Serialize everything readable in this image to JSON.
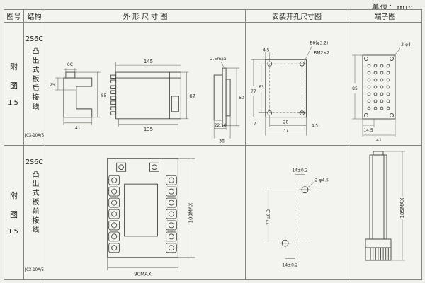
{
  "unit_label": "单位：mm",
  "headers": {
    "fig_no": "图号",
    "structure": "结构",
    "outline": "外 形 尺 寸 图",
    "mounting": "安装开孔尺寸图",
    "terminal": "端子图"
  },
  "rows": [
    {
      "fig_lines": [
        "附",
        "图",
        "15"
      ],
      "model": "2S6C",
      "structure_text": "凸出式板后接线",
      "subtype": "JCX-10A/5",
      "outline": {
        "side_top": "6C",
        "side_left": "25",
        "side_right": "85",
        "side_bottom": "41",
        "front_top": "145",
        "front_bottom": "135",
        "front_right": "67",
        "panel_top": "2.5max",
        "panel_right": "60",
        "panel_bottom_inner": "22.10",
        "panel_bottom_total": "38"
      },
      "mounting": {
        "top_left": "4.5",
        "hole_label": "B6(φ3.2)",
        "screw_label": "RM2×2",
        "left_outer": "77",
        "left_inner": "63",
        "bottom_left": "7",
        "bottom_mid": "28",
        "bottom_right": "4.5",
        "bottom_total": "37"
      },
      "terminal": {
        "hole_label": "2-φ4",
        "left": "85",
        "bottom_small": "14.5",
        "bottom_total": "41"
      }
    },
    {
      "fig_lines": [
        "附",
        "图",
        "15"
      ],
      "model": "2S6C",
      "structure_text": "凸出式板前接线",
      "subtype": "JCX-10A/5",
      "outline": {
        "right": "100MAX",
        "bottom": "90MAX"
      },
      "mounting": {
        "top": "14±0.2",
        "hole_label": "2-φ4.5",
        "left": "77±0.3",
        "bottom": "14±0.2"
      },
      "terminal": {
        "right": "185MAX"
      }
    }
  ]
}
